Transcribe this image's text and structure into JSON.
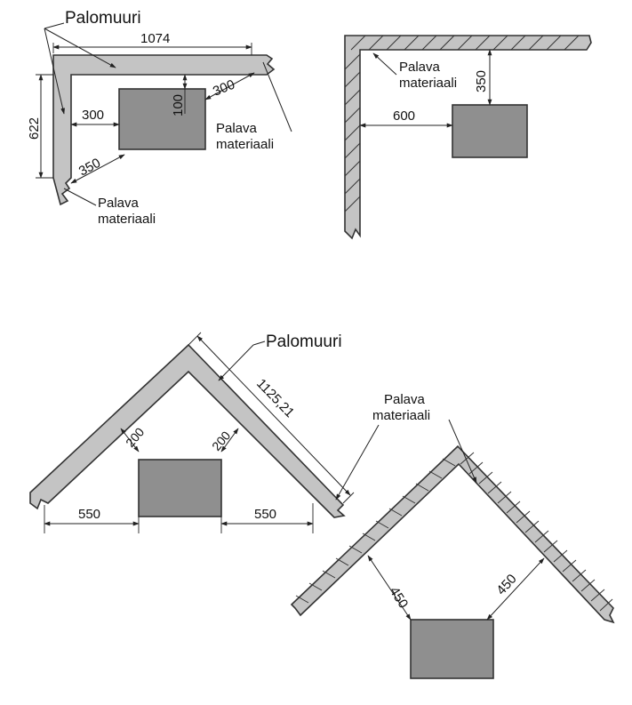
{
  "labels": {
    "firewall": "Palomuuri",
    "combustible_1": "Palava",
    "combustible_2": "materiaali"
  },
  "dimensions": {
    "d1074": "1074",
    "d622": "622",
    "d300a": "300",
    "d300b": "300",
    "d100": "100",
    "d350a": "350",
    "d350b": "350",
    "d600": "600",
    "d112521": "1125,21",
    "d200a": "200",
    "d200b": "200",
    "d550a": "550",
    "d550b": "550",
    "d450a": "450",
    "d450b": "450"
  }
}
